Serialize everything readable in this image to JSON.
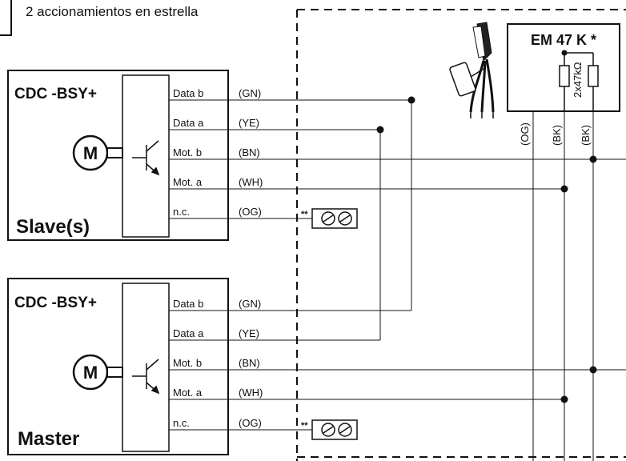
{
  "caption": "2 accionamientos en estrella",
  "module": {
    "title": "EM 47 K *",
    "resistor_label": "2x47kΩ",
    "wire_colors": [
      "(OG)",
      "(BK)",
      "(BK)"
    ]
  },
  "terminal_mark": "**",
  "drives": [
    {
      "model": "CDC -BSY+",
      "role": "Slave(s)",
      "motor": "M",
      "pins": [
        {
          "label": "Data b",
          "color": "(GN)"
        },
        {
          "label": "Data a",
          "color": "(YE)"
        },
        {
          "label": "Mot. b",
          "color": "(BN)"
        },
        {
          "label": "Mot. a",
          "color": "(WH)"
        },
        {
          "label": "n.c.",
          "color": "(OG)"
        }
      ]
    },
    {
      "model": "CDC -BSY+",
      "role": "Master",
      "motor": "M",
      "pins": [
        {
          "label": "Data b",
          "color": "(GN)"
        },
        {
          "label": "Data a",
          "color": "(YE)"
        },
        {
          "label": "Mot. b",
          "color": "(BN)"
        },
        {
          "label": "Mot. a",
          "color": "(WH)"
        },
        {
          "label": "n.c.",
          "color": "(OG)"
        }
      ]
    }
  ]
}
